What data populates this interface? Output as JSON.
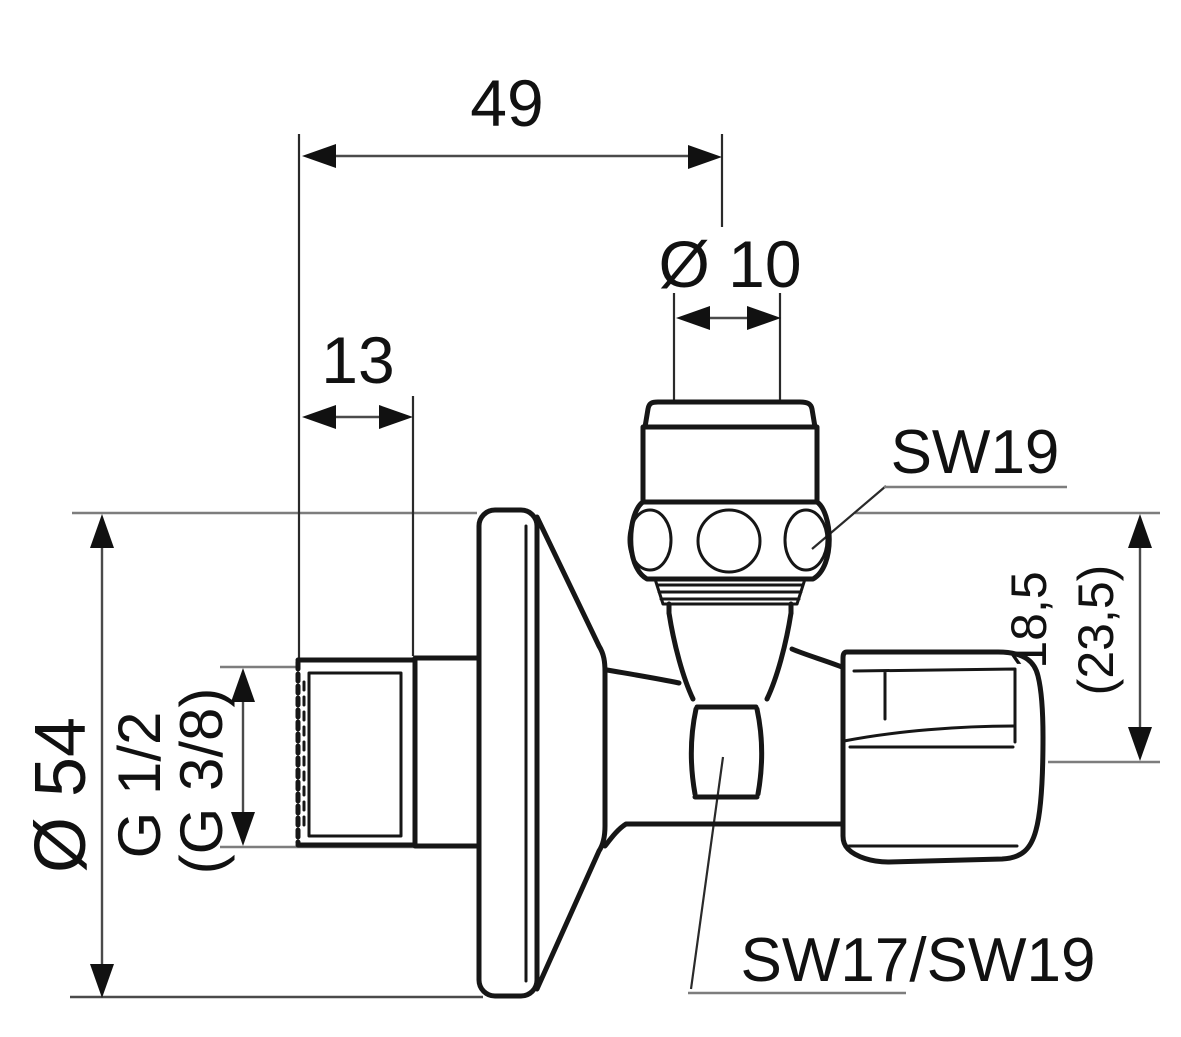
{
  "drawing": {
    "background": "#ffffff",
    "line_color": "#161616",
    "dim_line_color": "#7d7d7d",
    "labels": {
      "width_top": "49",
      "thread_length": "13",
      "pipe_outer_diameter": "Ø 10",
      "rosette_diameter": "Ø 54",
      "thread_size": "G 1/2",
      "thread_size_alt": "(G 3/8)",
      "outlet_drop": "18,5",
      "outlet_drop_alt": "(23,5)",
      "wrench_size_top_nut": "SW19",
      "wrench_size_body": "SW17/SW19"
    }
  }
}
